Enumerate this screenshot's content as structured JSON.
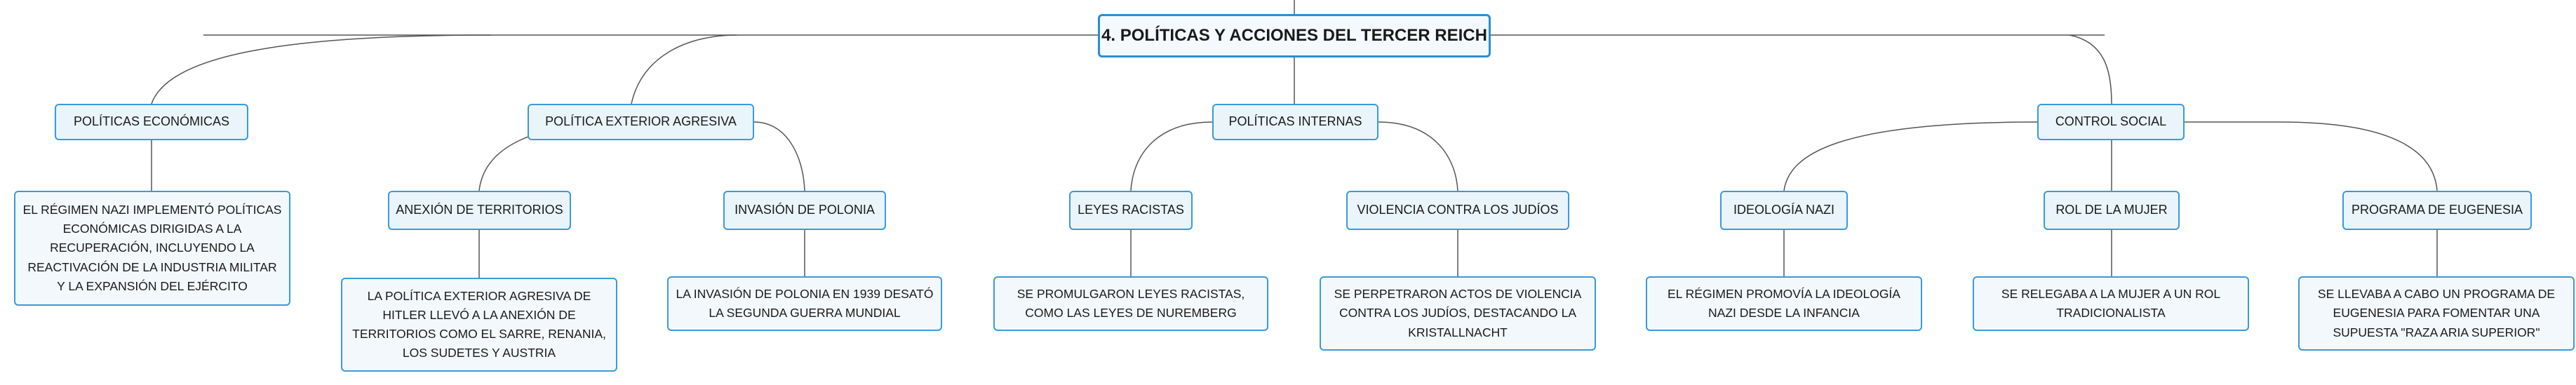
{
  "root": {
    "label": "4. POLÍTICAS Y ACCIONES DEL TERCER REICH"
  },
  "branches": {
    "economicas": {
      "label": "POLÍTICAS ECONÓMICAS",
      "detail": "EL RÉGIMEN NAZI IMPLEMENTÓ POLÍTICAS ECONÓMICAS DIRIGIDAS A LA RECUPERACIÓN, INCLUYENDO LA REACTIVACIÓN DE LA INDUSTRIA MILITAR Y LA EXPANSIÓN DEL EJÉRCITO"
    },
    "exterior": {
      "label": "POLÍTICA EXTERIOR AGRESIVA",
      "anexion": {
        "label": "ANEXIÓN DE TERRITORIOS",
        "detail": "LA POLÍTICA EXTERIOR AGRESIVA DE HITLER LLEVÓ A LA ANEXIÓN DE TERRITORIOS COMO EL SARRE, RENANIA, LOS SUDETES Y AUSTRIA"
      },
      "polonia": {
        "label": "INVASIÓN DE POLONIA",
        "detail": "LA INVASIÓN DE POLONIA EN 1939 DESATÓ LA SEGUNDA GUERRA MUNDIAL"
      }
    },
    "internas": {
      "label": "POLÍTICAS INTERNAS",
      "leyes": {
        "label": "LEYES RACISTAS",
        "detail": "SE PROMULGARON LEYES RACISTAS, COMO LAS LEYES DE NUREMBERG"
      },
      "violencia": {
        "label": "VIOLENCIA CONTRA LOS JUDÍOS",
        "detail": "SE PERPETRARON ACTOS DE VIOLENCIA CONTRA LOS JUDÍOS, DESTACANDO LA KRISTALLNACHT"
      }
    },
    "social": {
      "label": "CONTROL SOCIAL",
      "ideologia": {
        "label": "IDEOLOGÍA NAZI",
        "detail": "EL RÉGIMEN PROMOVÍA LA IDEOLOGÍA NAZI DESDE LA INFANCIA"
      },
      "mujer": {
        "label": "ROL DE LA MUJER",
        "detail": "SE RELEGABA A LA MUJER A UN ROL TRADICIONALISTA"
      },
      "eugenesia": {
        "label": "PROGRAMA DE EUGENESIA",
        "detail": "SE LLEVABA A CABO UN PROGRAMA DE EUGENESIA PARA FOMENTAR UNA SUPUESTA \"RAZA ARIA SUPERIOR\""
      }
    }
  },
  "colors": {
    "border": "#3b9ad9",
    "fill": "#eaf4fb",
    "connector": "#555555"
  }
}
